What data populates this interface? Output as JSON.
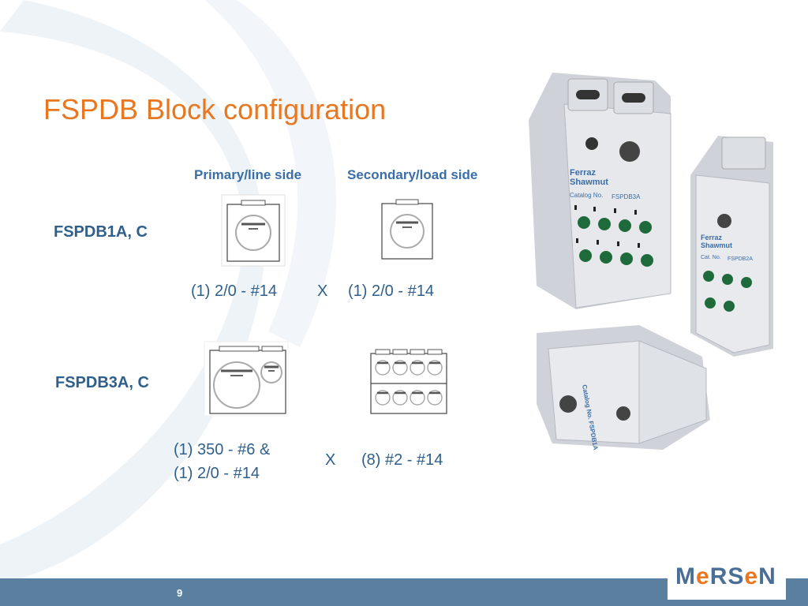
{
  "slide": {
    "title": "FSPDB Block configuration",
    "page_number": "9"
  },
  "columns": {
    "primary": "Primary/line side",
    "secondary": "Secondary/load side"
  },
  "rows": [
    {
      "label": "FSPDB1A, C",
      "primary_spec": "(1) 2/0 - #14",
      "separator": "X",
      "secondary_spec": "(1) 2/0 - #14"
    },
    {
      "label": "FSPDB3A, C",
      "primary_spec_line1": "(1) 350 - #6 &",
      "primary_spec_line2": "(1) 2/0 - #14",
      "separator": "X",
      "secondary_spec": "(8) #2 - #14"
    }
  ],
  "photo": {
    "brand_line1": "Ferraz",
    "brand_line2": "Shawmut",
    "catalog_label_1": "Catalog No.",
    "catalog_value_1": "FSPDB3A",
    "catalog_label_2": "Cat. No.",
    "catalog_value_2": "FSPDB2A",
    "catalog_value_3": "Catalog No. FSPDB1A"
  },
  "logo": {
    "part1": "M",
    "part2": "e",
    "part3": "RS",
    "part4": "e",
    "part5": "N"
  },
  "colors": {
    "title": "#e87722",
    "text": "#2f5f8a",
    "footer": "#5b7f9e",
    "accent_orange": "#e87722"
  }
}
